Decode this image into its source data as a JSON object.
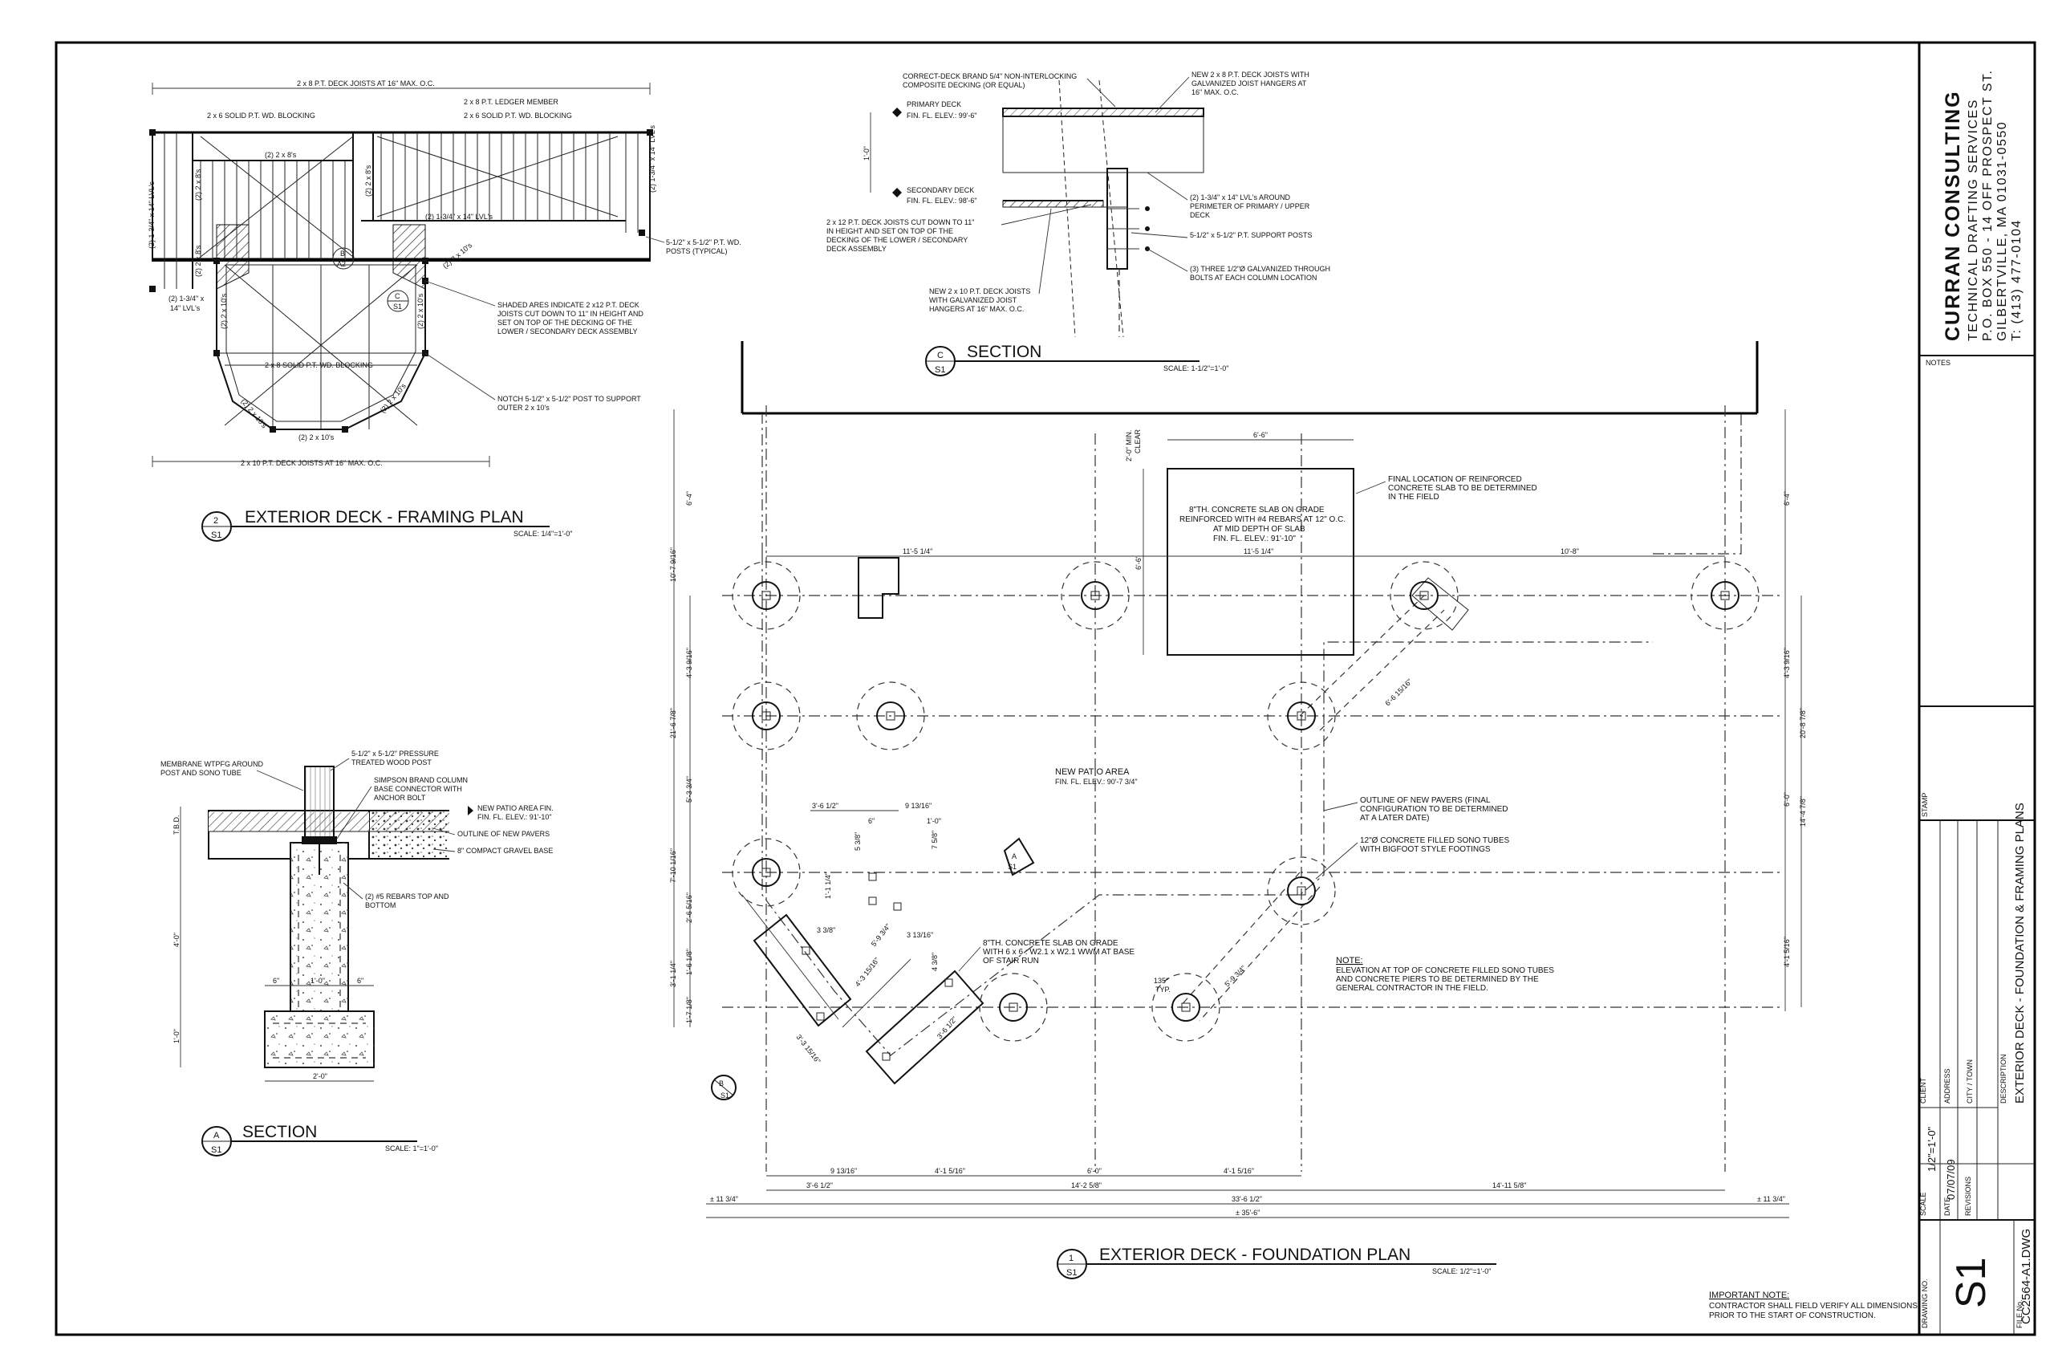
{
  "title_block": {
    "firm_name": "CURRAN CONSULTING",
    "firm_sub": "TECHNICAL DRAFTING SERVICES",
    "address1": "P.O. BOX 550 - 14 OFF PROSPECT ST.",
    "address2": "GILBERTVILLE, MA 01031-0550",
    "phone": "T: (413) 477-0104",
    "notes_label": "NOTES",
    "stamp_label": "STAMP",
    "client_label": "CLIENT",
    "address_label": "ADDRESS",
    "city_label": "CITY / TOWN",
    "description_label": "DESCRIPTION",
    "description": "EXTERIOR DECK - FOUNDATION & FRAMING PLANS",
    "scale_label": "SCALE",
    "scale": "1/2\"=1'-0\"",
    "date_label": "DATE",
    "date": "07/07/09",
    "revisions_label": "REVISIONS",
    "drawing_no_label": "DRAWING NO.",
    "drawing_no": "S1",
    "file_no_label": "FILE No.",
    "file_no": "CC2564-A1.DWG"
  },
  "framing_plan": {
    "title": "EXTERIOR DECK - FRAMING PLAN",
    "num": "2",
    "sheet": "S1",
    "scale": "SCALE: 1/4\"=1'-0\"",
    "labels": {
      "top_joists": "2 x 8 P.T. DECK JOISTS AT 16\" MAX. O.C.",
      "ledger": "2 x 8 P.T. LEDGER MEMBER",
      "blocking_left": "2 x 6 SOLID P.T. WD. BLOCKING",
      "blocking_right": "2 x 6 SOLID P.T. WD. BLOCKING",
      "two_2x8s": "(2) 2 x 8's",
      "lvl_center": "(2) 1-3/4\" x 14\" LVL's",
      "lvl_left": "(2) 1-3/4\" x 14\" LVL's",
      "lvl_right": "(2) 1-3/4\" x 14\" LVL's",
      "lvl_lower": "(2) 1-3/4\" x",
      "lvl_lower2": "14\" LVL's",
      "post": "5-1/2\" x 5-1/2\" P.T. WD.",
      "post2": "POSTS (TYPICAL)",
      "shaded1": "SHADED ARES INDICATE 2 x12 P.T. DECK",
      "shaded2": "JOISTS CUT DOWN TO 11\" IN HEIGHT AND",
      "shaded3": "SET ON TOP OF THE DECKING OF THE",
      "shaded4": "LOWER / SECONDARY DECK ASSEMBLY",
      "blocking_lower": "2 x 8 SOLID P.T. WD. BLOCKING",
      "notch1": "NOTCH 5-1/2\" x 5-1/2\" POST TO SUPPORT",
      "notch2": "OUTER 2 x 10's",
      "two_2x10s": "(2) 2 x 10's",
      "two_2x10s_a": "(2) 2 x 10's",
      "two_2x10s_b": "(2) 2 x 10's",
      "two_2x10s_c": "(2) 2 x 10's",
      "two_2x10s_d": "(2) 2 x 10's",
      "two_2x10s_e": "(2) 2 x 10's",
      "two_2x8s_v1": "(2) 2 x 8's",
      "two_2x8s_v2": "(2) 2 x 8's",
      "two_2x8s_v3": "(2) 2 x 8's",
      "bottom_joists": "2 x 10 P.T. DECK JOISTS AT 16\" MAX. O.C.",
      "tag_b": "B",
      "tag_b2": "A2",
      "tag_c": "C",
      "tag_c2": "S1"
    }
  },
  "section_c": {
    "title": "SECTION",
    "letter": "C",
    "sheet": "S1",
    "scale": "SCALE: 1-1/2\"=1'-0\"",
    "labels": {
      "decking1": "CORRECT-DECK BRAND 5/4\" NON-INTERLOCKING",
      "decking2": "COMPOSITE DECKING (OR EQUAL)",
      "primary": "PRIMARY DECK",
      "primary_elev": "FIN. FL. ELEV.: 99'-6\"",
      "secondary": "SECONDARY DECK",
      "secondary_elev": "FIN. FL. ELEV.: 98'-6\"",
      "dim_1": "1'-0\"",
      "cut1": "2 x 12 P.T. DECK JOISTS CUT DOWN TO 11\"",
      "cut2": "IN HEIGHT AND SET ON TOP OF THE",
      "cut3": "DECKING OF THE LOWER / SECONDARY",
      "cut4": "DECK ASSEMBLY",
      "new10_1": "NEW 2 x 10 P.T. DECK JOISTS",
      "new10_2": "WITH GALVANIZED JOIST",
      "new10_3": "HANGERS AT 16\" MAX. O.C.",
      "new8_1": "NEW 2 x 8 P.T. DECK JOISTS WITH",
      "new8_2": "GALVANIZED JOIST HANGERS AT",
      "new8_3": "16\" MAX. O.C.",
      "lvl1": "(2) 1-3/4\" x 14\" LVL's AROUND",
      "lvl2": "PERIMETER OF PRIMARY / UPPER",
      "lvl3": "DECK",
      "post": "5-1/2\" x 5-1/2\" P.T. SUPPORT POSTS",
      "bolt1": "(3) THREE 1/2\"Ø GALVANIZED THROUGH",
      "bolt2": "BOLTS AT EACH COLUMN LOCATION"
    }
  },
  "section_a": {
    "title": "SECTION",
    "letter": "A",
    "sheet": "S1",
    "scale": "SCALE: 1\"=1'-0\"",
    "labels": {
      "membrane1": "MEMBRANE WTPFG AROUND",
      "membrane2": "POST AND SONO TUBE",
      "post1": "5-1/2\" x 5-1/2\" PRESSURE",
      "post2": "TREATED WOOD POST",
      "simpson1": "SIMPSON BRAND COLUMN",
      "simpson2": "BASE CONNECTOR WITH",
      "simpson3": "ANCHOR BOLT",
      "patio1": "NEW PATIO AREA FIN.",
      "patio2": "FIN. FL. ELEV.: 91'-10\"",
      "pavers": "OUTLINE OF NEW PAVERS",
      "gravel": "8\" COMPACT GRAVEL BASE",
      "rebar1": "(2) #5 REBARS TOP AND",
      "rebar2": "BOTTOM",
      "tbd": "T.B.D.",
      "d40": "4'-0\"",
      "d10": "1'-0\"",
      "d6a": "6\"",
      "d10b": "1'-0\"",
      "d6b": "6\"",
      "d20": "2'-0\""
    }
  },
  "foundation_plan": {
    "title": "EXTERIOR DECK - FOUNDATION PLAN",
    "num": "1",
    "sheet": "S1",
    "scale": "SCALE: 1/2\"=1'-0\"",
    "labels": {
      "clear1": "2'-0\" MIN.",
      "clear2": "CLEAR",
      "slab_w": "6'-6\"",
      "slab_h": "6'-6\"",
      "slab1": "8\"TH. CONCRETE SLAB ON GRADE",
      "slab2": "REINFORCED WITH #4 REBARS AT 12\" O.C.",
      "slab3": "AT MID DEPTH OF SLAB",
      "slab4": "FIN. FL. ELEV.: 91'-10\"",
      "final1": "FINAL LOCATION OF REINFORCED",
      "final2": "CONCRETE SLAB TO BE DETERMINED",
      "final3": "IN THE FIELD",
      "d_11_5_a": "11'-5 1/4\"",
      "d_11_5_b": "11'-5 1/4\"",
      "d_10_8": "10'-8\"",
      "d_6_4_l": "6'-4\"",
      "d_6_4_r": "6'-4\"",
      "d_10_7": "10'-7 9/16\"",
      "d_4_3_l": "4'-3 9/16\"",
      "d_4_3_r": "4'-3 9/16\"",
      "d_21_6": "21'-6 7/8\"",
      "d_20_8": "20'-8 7/8\"",
      "d_5_3": "5'-3 3/4\"",
      "d_6_0": "6'-0\"",
      "d_14_4": "14'-4 7/8\"",
      "d_7_10": "7'-10 1/16\"",
      "d_2_6": "2'-6 5/16\"",
      "d_1_6": "1'-6 1/8\"",
      "d_3_1": "3'-1 1/4\"",
      "d_1_7": "1'-7 1/8\"",
      "d_4_1_r": "4'-1 5/16\"",
      "d_diag1": "6'-6 15/16\"",
      "d_diag2": "5'-9 3/4\"",
      "d_diag3": "4'-3 15/16\"",
      "d_diag4": "5'-9 3/4\"",
      "d_diag5": "3'-3 15/16\"",
      "d_diag6": "3'-6 1/2\"",
      "d_3_6": "3'-6 1/2\"",
      "d_9_13": "9 13/16\"",
      "d_6": "6\"",
      "d_1_0": "1'-0\"",
      "d_5_3_8": "5 3/8\"",
      "d_7_5_8": "7 5/8\"",
      "d_1_1_4": "1'-1 1/4\"",
      "d_3_13": "3 13/16\"",
      "d_3_3_8": "3 3/8\"",
      "d_4_3_8": "4 3/8\"",
      "d_135": "135°",
      "d_typ": "TYP.",
      "patio1": "NEW PATIO AREA",
      "patio2": "FIN. FL. ELEV.: 90'-7 3/4\"",
      "outline1": "OUTLINE OF NEW PAVERS (FINAL",
      "outline2": "CONFIGURATION TO BE DETERMINED",
      "outline3": "AT A LATER DATE)",
      "sono1": "12\"Ø CONCRETE FILLED SONO TUBES",
      "sono2": "WITH BIGFOOT STYLE FOOTINGS",
      "stair1": "8\"TH. CONCRETE SLAB ON GRADE",
      "stair2": "WITH 6 x 6 : W2.1 x W2.1 WWM AT BASE",
      "stair3": "OF STAIR RUN",
      "note_title": "NOTE:",
      "note1": "ELEVATION AT TOP OF CONCRETE FILLED SONO TUBES",
      "note2": "AND CONCRETE PIERS TO BE DETERMINED BY THE",
      "note3": "GENERAL CONTRACTOR IN THE FIELD.",
      "b_9_13": "9 13/16\"",
      "b_4_1_a": "4'-1 5/16\"",
      "b_6_0": "6'-0\"",
      "b_4_1_b": "4'-1 5/16\"",
      "b_3_6": "3'-6 1/2\"",
      "b_14_2": "14'-2 5/8\"",
      "b_14_11": "14'-11 5/8\"",
      "b_pm_l": "± 11 3/4\"",
      "b_pm_r": "± 11 3/4\"",
      "b_33": "33'-6 1/2\"",
      "b_35": "± 35'-6\"",
      "tag_a": "A",
      "tag_s1": "S1",
      "tag_b": "B",
      "tag_s1b": "S1"
    }
  },
  "important_note": {
    "title": "IMPORTANT NOTE:",
    "line1": "CONTRACTOR SHALL FIELD VERIFY ALL DIMENSIONS",
    "line2": "PRIOR TO THE START OF CONSTRUCTION."
  }
}
